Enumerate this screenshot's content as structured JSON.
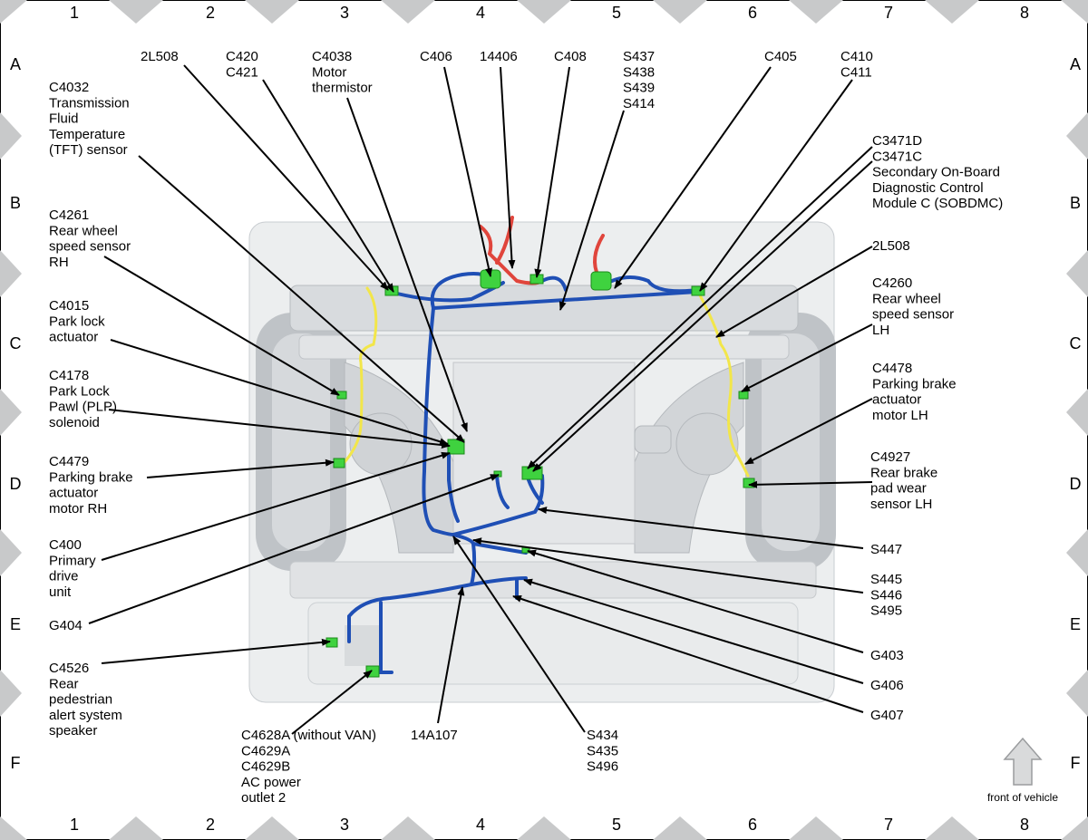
{
  "grid": {
    "columns": [
      "1",
      "2",
      "3",
      "4",
      "5",
      "6",
      "7",
      "8"
    ],
    "rows": [
      "A",
      "B",
      "C",
      "D",
      "E",
      "F"
    ]
  },
  "callouts": [
    {
      "id": "2L508_rh",
      "lines": [
        "2L508"
      ]
    },
    {
      "id": "c420",
      "lines": [
        "C420",
        "C421"
      ]
    },
    {
      "id": "c4038",
      "lines": [
        "C4038",
        "Motor",
        "thermistor"
      ]
    },
    {
      "id": "c406",
      "lines": [
        "C406"
      ]
    },
    {
      "id": "14406",
      "lines": [
        "14406"
      ]
    },
    {
      "id": "c408",
      "lines": [
        "C408"
      ]
    },
    {
      "id": "s437",
      "lines": [
        "S437",
        "S438",
        "S439",
        "S414"
      ]
    },
    {
      "id": "c405",
      "lines": [
        "C405"
      ]
    },
    {
      "id": "c410",
      "lines": [
        "C410",
        "C411"
      ]
    },
    {
      "id": "c4032",
      "lines": [
        "C4032",
        "Transmission",
        "Fluid",
        "Temperature",
        "(TFT) sensor"
      ]
    },
    {
      "id": "c3471",
      "lines": [
        "C3471D",
        "C3471C",
        "Secondary On-Board",
        "Diagnostic Control",
        "Module C (SOBDMC)"
      ]
    },
    {
      "id": "c4261",
      "lines": [
        "C4261",
        "Rear wheel",
        "speed sensor",
        "RH"
      ]
    },
    {
      "id": "2L508_lh",
      "lines": [
        "2L508"
      ]
    },
    {
      "id": "c4260",
      "lines": [
        "C4260",
        "Rear wheel",
        "speed sensor",
        "LH"
      ]
    },
    {
      "id": "c4015",
      "lines": [
        "C4015",
        "Park lock",
        "actuator"
      ]
    },
    {
      "id": "c4478",
      "lines": [
        "C4478",
        "Parking brake",
        "actuator",
        "motor LH"
      ]
    },
    {
      "id": "c4178",
      "lines": [
        "C4178",
        "Park Lock",
        "Pawl (PLP)",
        "solenoid"
      ]
    },
    {
      "id": "c4927",
      "lines": [
        "C4927",
        "Rear brake",
        "pad wear",
        "sensor LH"
      ]
    },
    {
      "id": "c4479",
      "lines": [
        "C4479",
        "Parking brake",
        "actuator",
        "motor RH"
      ]
    },
    {
      "id": "c400",
      "lines": [
        "C400",
        "Primary",
        "drive",
        "unit"
      ]
    },
    {
      "id": "s447",
      "lines": [
        "S447"
      ]
    },
    {
      "id": "s445",
      "lines": [
        "S445",
        "S446",
        "S495"
      ]
    },
    {
      "id": "g404",
      "lines": [
        "G404"
      ]
    },
    {
      "id": "g403",
      "lines": [
        "G403"
      ]
    },
    {
      "id": "c4526",
      "lines": [
        "C4526",
        "Rear",
        "pedestrian",
        "alert system",
        "speaker"
      ]
    },
    {
      "id": "g406",
      "lines": [
        "G406"
      ]
    },
    {
      "id": "g407",
      "lines": [
        "G407"
      ]
    },
    {
      "id": "c4628",
      "lines": [
        "C4628A (without VAN)",
        "C4629A",
        "C4629B",
        "AC power",
        "outlet 2"
      ]
    },
    {
      "id": "14a107",
      "lines": [
        "14A107"
      ]
    },
    {
      "id": "s434",
      "lines": [
        "S434",
        "S435",
        "S496"
      ]
    }
  ],
  "front_label": "front of vehicle",
  "colors": {
    "harness_blue": "#1f4fb5",
    "harness_light_blue": "#5a84d8",
    "harness_yellow": "#f2e64a",
    "harness_red": "#e0453c",
    "connector_green": "#3fd23f",
    "chassis_gray": "#d4d7da"
  }
}
